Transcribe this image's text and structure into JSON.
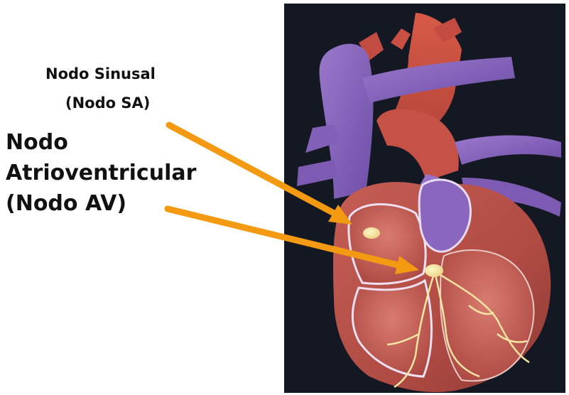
{
  "labels": {
    "sa_node_line1": "Nodo Sinusal",
    "sa_node_line2": "(Nodo SA)",
    "av_node_line1": "Nodo",
    "av_node_line2": "Atrioventricular",
    "av_node_line3": "(Nodo AV)"
  },
  "colors": {
    "panel_background": "#141823",
    "arrow": "#f39a12",
    "node": "#f2e5a0",
    "vein": "#8a66bf",
    "artery": "#c84a3d",
    "muscle": "#b8544c",
    "conduction_fibers": "#f7e6a3"
  }
}
